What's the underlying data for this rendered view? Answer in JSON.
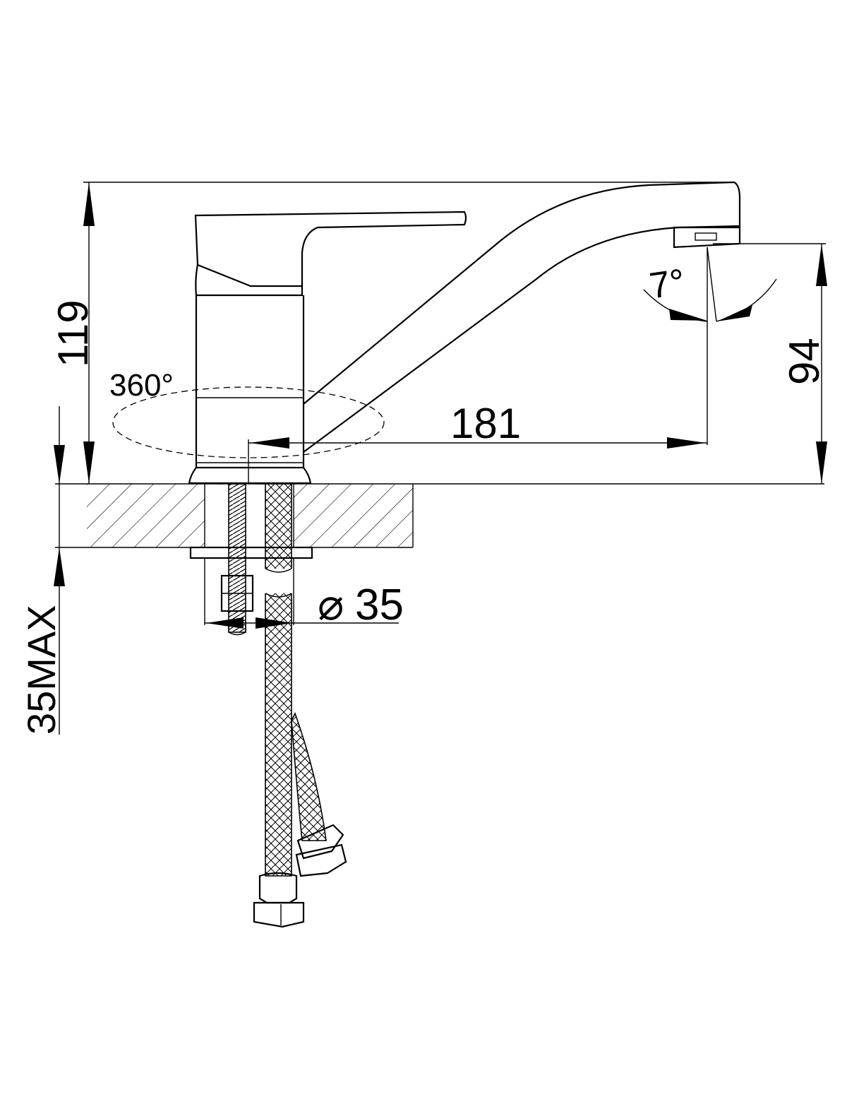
{
  "dimensions": {
    "height_total": "119",
    "spout_height": "94",
    "spout_reach": "181",
    "rotation": "360°",
    "aerator_angle": "7°",
    "hole_diameter": "35",
    "counter_thickness": "35MAX"
  },
  "symbols": {
    "diameter": "⌀"
  },
  "colors": {
    "line": "#000000",
    "background": "#ffffff"
  }
}
